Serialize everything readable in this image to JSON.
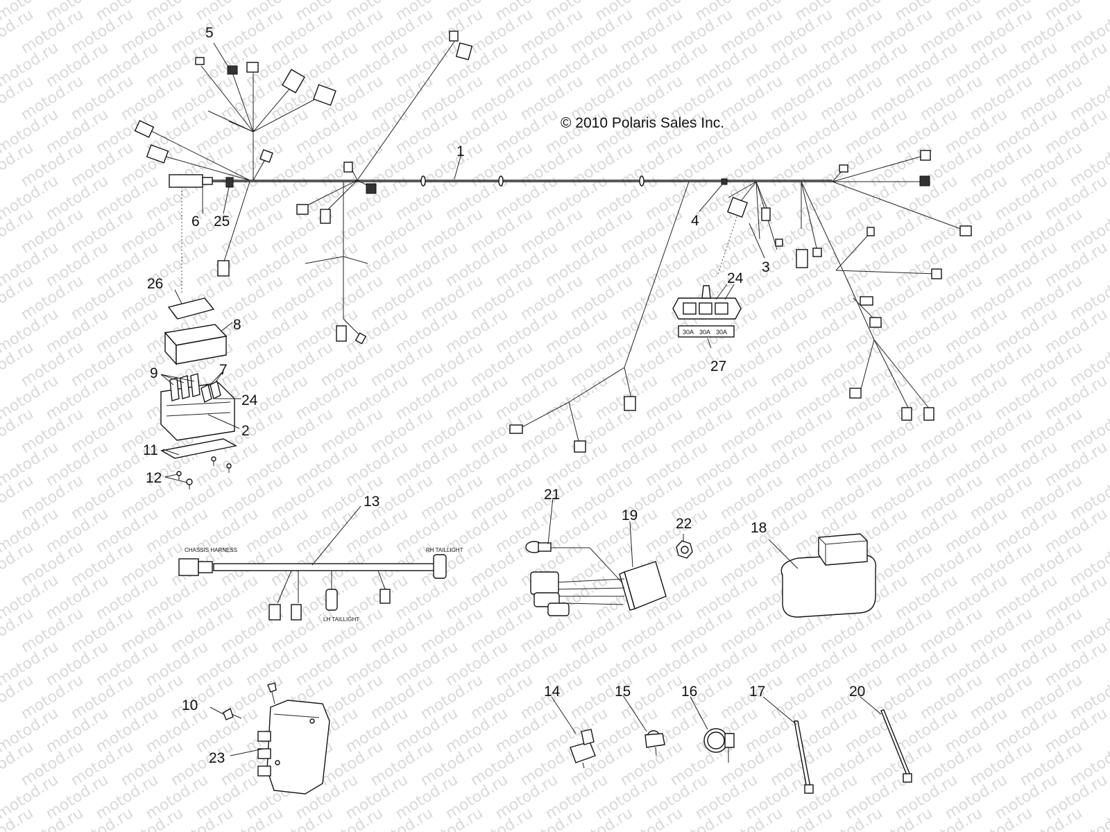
{
  "copyright": "© 2010 Polaris Sales Inc.",
  "watermark": "motod.ru",
  "fuse_label": [
    "30A",
    "30A",
    "30A"
  ],
  "harness_labels": {
    "left_connector": "CHASSIS HARNESS",
    "right_connector": "RH TAILLIGHT",
    "middle_connector": "LH TAILLIGHT"
  },
  "callouts": [
    {
      "id": "c1",
      "label": "1"
    },
    {
      "id": "c2",
      "label": "2"
    },
    {
      "id": "c3",
      "label": "3"
    },
    {
      "id": "c4",
      "label": "4"
    },
    {
      "id": "c5",
      "label": "5"
    },
    {
      "id": "c6",
      "label": "6"
    },
    {
      "id": "c7",
      "label": "7"
    },
    {
      "id": "c8",
      "label": "8"
    },
    {
      "id": "c9",
      "label": "9"
    },
    {
      "id": "c10",
      "label": "10"
    },
    {
      "id": "c11",
      "label": "11"
    },
    {
      "id": "c12",
      "label": "12"
    },
    {
      "id": "c13",
      "label": "13"
    },
    {
      "id": "c14",
      "label": "14"
    },
    {
      "id": "c15",
      "label": "15"
    },
    {
      "id": "c16",
      "label": "16"
    },
    {
      "id": "c17",
      "label": "17"
    },
    {
      "id": "c18",
      "label": "18"
    },
    {
      "id": "c19",
      "label": "19"
    },
    {
      "id": "c20",
      "label": "20"
    },
    {
      "id": "c21",
      "label": "21"
    },
    {
      "id": "c22",
      "label": "22"
    },
    {
      "id": "c23",
      "label": "23"
    },
    {
      "id": "c24a",
      "label": "24"
    },
    {
      "id": "c24b",
      "label": "24"
    },
    {
      "id": "c25",
      "label": "25"
    },
    {
      "id": "c26",
      "label": "26"
    },
    {
      "id": "c27",
      "label": "27"
    }
  ]
}
